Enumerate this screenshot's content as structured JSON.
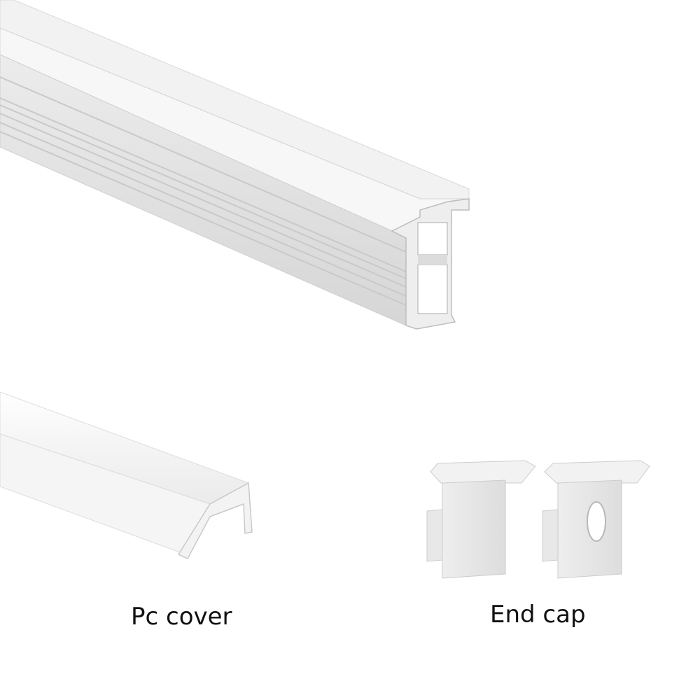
{
  "products": {
    "profile": {
      "icon": "aluminum-profile-illustration"
    },
    "pc_cover": {
      "label": "Pc cover",
      "icon": "pc-cover-illustration"
    },
    "end_cap": {
      "label": "End cap",
      "icon": "end-cap-illustration"
    }
  },
  "colors": {
    "background": "#ffffff",
    "aluminum_light": "#f0f0f0",
    "aluminum_mid": "#dedede",
    "aluminum_dark": "#c8c8c8",
    "cover_light": "#f7f7f7",
    "cap_face": "#e6e6e6",
    "caption_text": "#111111"
  }
}
